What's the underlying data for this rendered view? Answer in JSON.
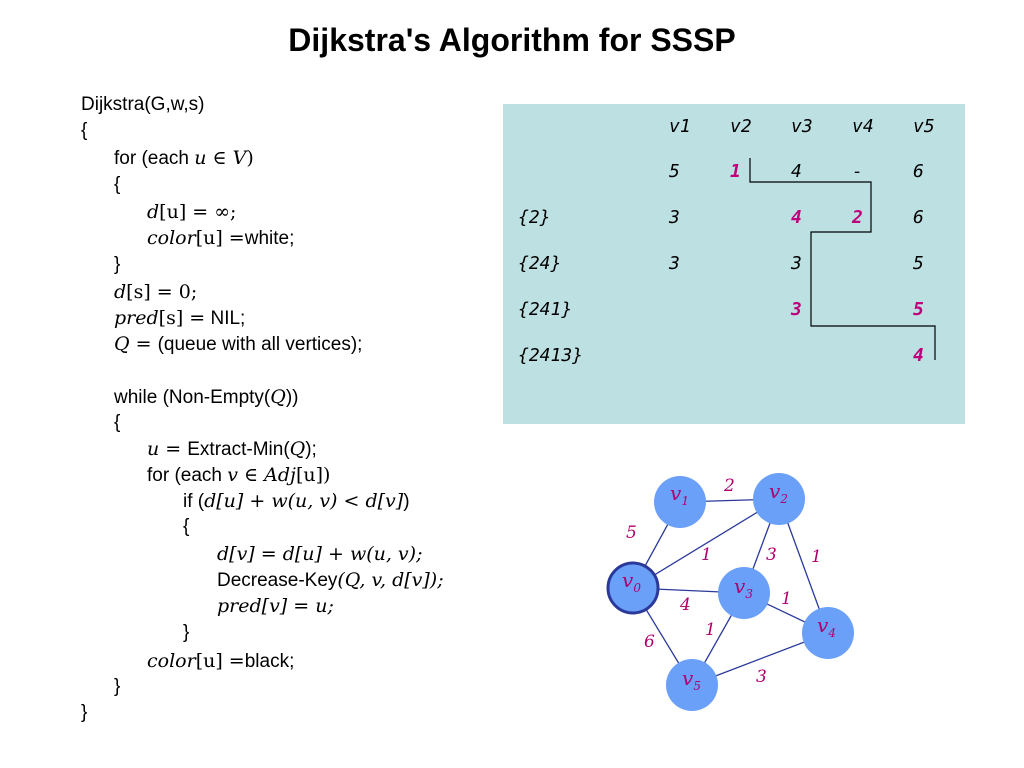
{
  "title": "Dijkstra's Algorithm for SSSP",
  "pseudocode": {
    "l0": "Dijkstra(G,w,s)",
    "l1": "{",
    "l2a": "for (each ",
    "l2b": "u",
    "l2c": " ∈ ",
    "l2d": "V",
    "l2e": ")",
    "l3": "{",
    "l4a": "d",
    "l4b": "[u] = ∞;",
    "l5a": "color",
    "l5b": "[u] =",
    "l5c": "white;",
    "l6": "}",
    "l7a": "d",
    "l7b": "[s] = 0;",
    "l8a": "pred",
    "l8b": "[s] =",
    "l8c": " NIL;",
    "l9a": "Q",
    "l9b": " = ",
    "l9c": "(queue with all vertices);",
    "l10a": "while (Non-Empty(",
    "l10b": "Q",
    "l10c": "))",
    "l11": "{",
    "l12a": "u",
    "l12b": " = ",
    "l12c": "Extract-Min(",
    "l12d": "Q",
    "l12e": ");",
    "l13a": "for (each ",
    "l13b": "v",
    "l13c": " ∈ ",
    "l13d": "Adj",
    "l13e": "[u])",
    "l14a": "if (",
    "l14b": "d[u] + w(u, v) < d[v]",
    "l14c": ")",
    "l15": "{",
    "l16a": "d[v] = d[u] + w(u, v);",
    "l17a": "Decrease-Key",
    "l17b": "(Q, v, d[v]);",
    "l18a": "pred",
    "l18b": "[v] = u;",
    "l19": "}",
    "l20a": "color",
    "l20b": "[u] =",
    "l20c": "black;",
    "l21": "}",
    "l22": "}"
  },
  "table": {
    "header": [
      "v1",
      "v2",
      "v3",
      "v4",
      "v5"
    ],
    "row0": {
      "label": "",
      "cells": [
        "5",
        "1",
        "4",
        "-",
        "6"
      ]
    },
    "row1": {
      "label": "{2}",
      "cells": [
        "3",
        "",
        "4",
        "2",
        "6"
      ]
    },
    "row2": {
      "label": "{24}",
      "cells": [
        "3",
        "",
        "3",
        "",
        "5"
      ]
    },
    "row3": {
      "label": "{241}",
      "cells": [
        "",
        "",
        "3",
        "",
        "5"
      ]
    },
    "row4": {
      "label": "{2413}",
      "cells": [
        "",
        "",
        "",
        "",
        "4"
      ]
    },
    "highlight_color": "#c0007a",
    "background": "#bde0e3"
  },
  "graph": {
    "node_color": "#6aa0f8",
    "source_stroke": "#2b3a9a",
    "edge_color": "#2b3a9a",
    "label_color": "#b0006f",
    "nodes": {
      "v0": {
        "name": "v",
        "sub": "0"
      },
      "v1": {
        "name": "v",
        "sub": "1"
      },
      "v2": {
        "name": "v",
        "sub": "2"
      },
      "v3": {
        "name": "v",
        "sub": "3"
      },
      "v4": {
        "name": "v",
        "sub": "4"
      },
      "v5": {
        "name": "v",
        "sub": "5"
      }
    },
    "edges": {
      "v1_v2": "2",
      "v0_v1": "5",
      "v0_v2": "1",
      "v2_v3": "3",
      "v2_v4": "1",
      "v0_v3": "4",
      "v3_v4": "1",
      "v3_v5": "1",
      "v0_v5": "6",
      "v5_v4": "3"
    }
  }
}
